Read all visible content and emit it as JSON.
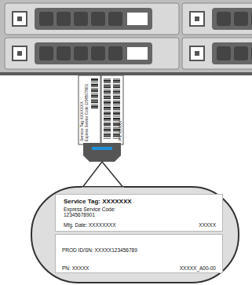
{
  "diagram": {
    "nodes": [
      {
        "text": [
          "Service Tag: XXXXXXX",
          "Express Service Code: 12345678901",
          "Mfg. Date: XXXXXXXX",
          "XXXXX"
        ]
      },
      {
        "text": [
          "PROD ID/SN: XXXXX123456789",
          "PN: XXXXX",
          "XXXXX_A00-00"
        ]
      }
    ],
    "labels": [
      "Service Tag XXXXXXX",
      "Express Service Code 12345678901",
      "PN: XXXXX"
    ]
  }
}
